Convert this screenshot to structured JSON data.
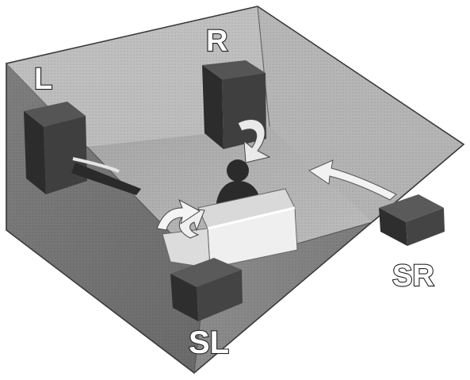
{
  "speakers": {
    "front_left": {
      "label": "L"
    },
    "front_right": {
      "label": "R"
    },
    "surround_left": {
      "label": "SL"
    },
    "surround_right": {
      "label": "SR"
    }
  },
  "colors": {
    "room_wall": "#8a8a8a",
    "room_floor": "#b9b9b9",
    "speaker_dark": "#3a3a3a",
    "sofa": "#e6e6e6",
    "arrow": "#f4f4f4",
    "listener": "#303030"
  }
}
